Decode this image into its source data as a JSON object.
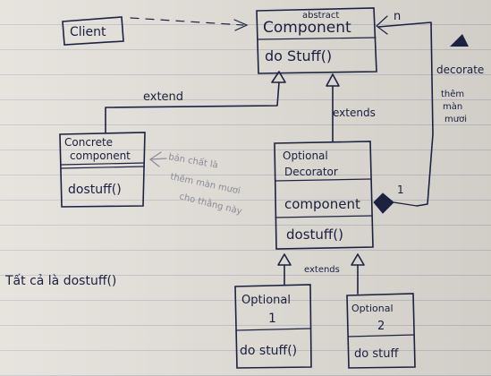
{
  "client": {
    "label": "Client"
  },
  "component": {
    "stereotype": "abstract",
    "name": "Component",
    "method": "do Stuff()"
  },
  "concrete": {
    "name_line1": "Concrete",
    "name_line2": "component",
    "method": "dostuff()"
  },
  "decorator": {
    "name_line1": "Optional",
    "name_line2": "Decorator",
    "field": "component",
    "method": "dostuff()"
  },
  "optional1": {
    "name_line1": "Optional",
    "name_line2": "1",
    "method": "do stuff()"
  },
  "optional2": {
    "name_line1": "Optional",
    "name_line2": "2",
    "method": "do stuff"
  },
  "labels": {
    "extend_left": "extend",
    "extends_mid": "extends",
    "extends_bottom": "extends",
    "decorate": "decorate",
    "them_line1": "thêm",
    "them_line2": "màn",
    "them_line3": "mươi",
    "multiplicity_n": "n",
    "multiplicity_1": "1",
    "footer_note": "Tất cả là dostuff()"
  },
  "faint_note": {
    "line1": "bản chất là",
    "line2": "thêm màn mươi",
    "line3": "cho thằng này"
  }
}
